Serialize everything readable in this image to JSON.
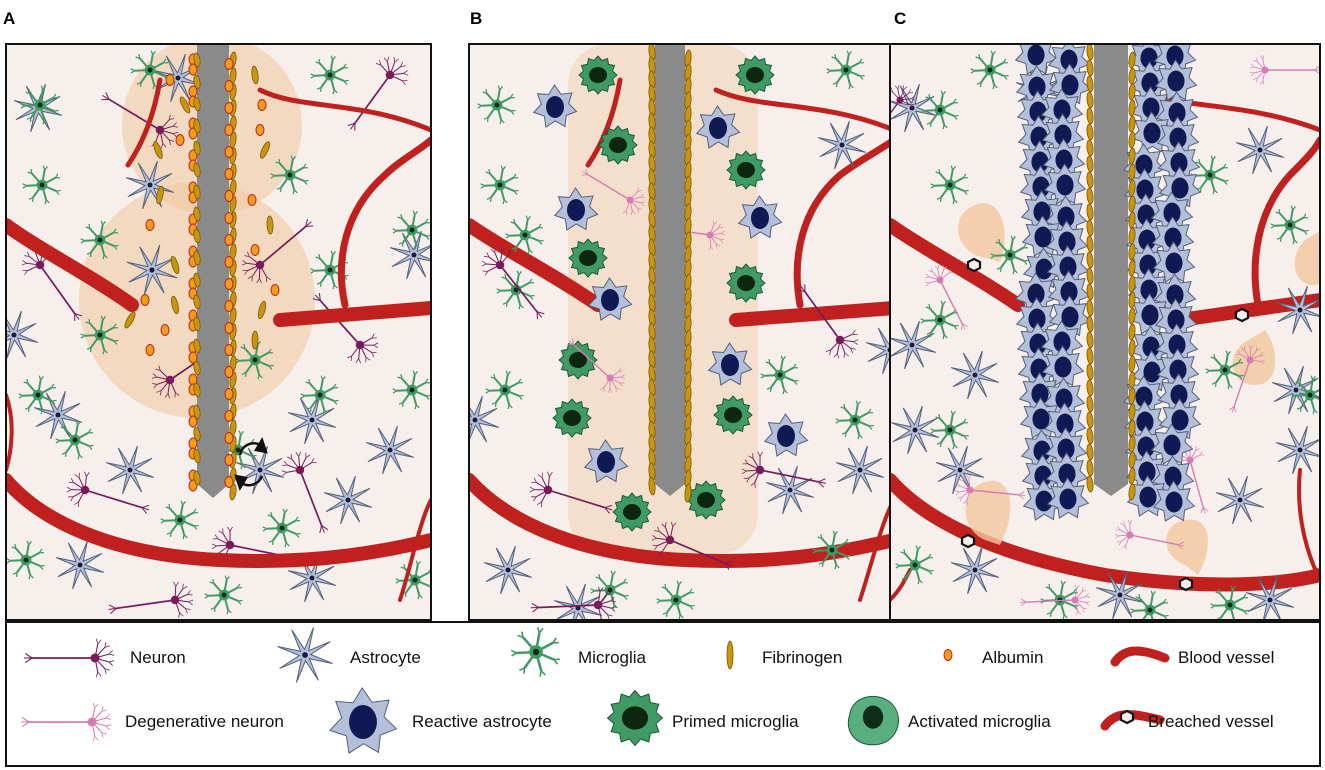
{
  "panels": [
    {
      "letter": "A"
    },
    {
      "letter": "B"
    },
    {
      "letter": "C"
    }
  ],
  "legend": {
    "row1": [
      "Neuron",
      "Astrocyte",
      "Microglia",
      "Fibrinogen",
      "Albumin",
      "Blood vessel"
    ],
    "row2": [
      "Degenerative neuron",
      "Reactive astrocyte",
      "Primed microglia",
      "Activated microglia",
      "Breached vessel"
    ]
  },
  "colors": {
    "tissue": "#f6efec",
    "vessel": "#c0211e",
    "probe": "#8a8a8a",
    "fibrinogen": "#c9950f",
    "albumin": "#ef9d1a",
    "astrocyte": "#b4bfd9",
    "microglia": "#3f9a63",
    "activated_microglia": "#58b07e",
    "neuron": "#7a1a5c",
    "degenerative_neuron": "#d77bb4",
    "glow": "#f3c79e"
  }
}
